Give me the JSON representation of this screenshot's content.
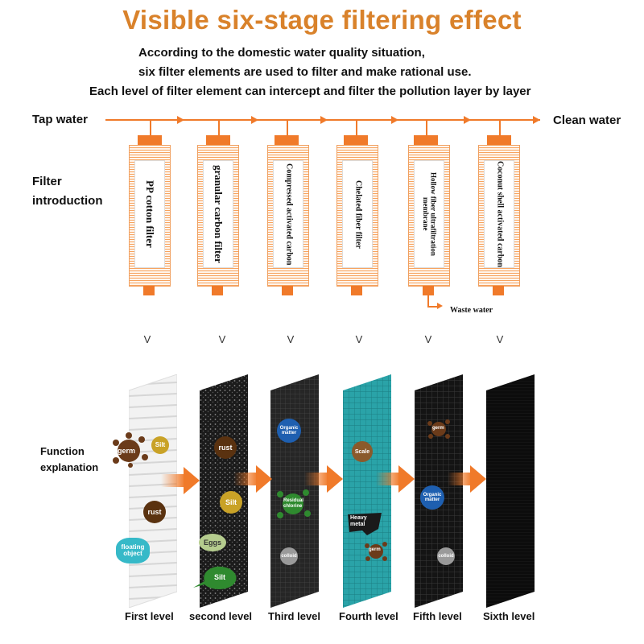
{
  "title": "Visible six-stage filtering effect",
  "intro": [
    "According to the domestic water quality situation,",
    "six filter elements are used to filter and make rational use.",
    "Each level of filter element can intercept and filter the pollution layer by layer"
  ],
  "flow": {
    "input": "Tap water",
    "output": "Clean water",
    "waste": "Waste water"
  },
  "section_labels": {
    "filter_line1": "Filter",
    "filter_line2": "introduction",
    "function_line1": "Function",
    "function_line2": "explanation"
  },
  "filters": [
    {
      "name": "PP cotton filter"
    },
    {
      "name": "granular carbon filter"
    },
    {
      "name": "Compressed activated carbon"
    },
    {
      "name": "Chelated fiber filter"
    },
    {
      "name": "Hollow fiber ultrafiltration membrane"
    },
    {
      "name": "Coconut shell activated carbon"
    }
  ],
  "step_marker": "V",
  "levels": [
    "First level",
    "second level",
    "Third level",
    "Fourth level",
    "Fifth level",
    "Sixth level"
  ],
  "pollutants": {
    "germ": "germ",
    "silt": "Silt",
    "rust": "rust",
    "floating_object": "floating object",
    "eggs": "Eggs",
    "organic_matter": "Organic matter",
    "residual_chlorine": "Residual chlorine",
    "colloid": "colloid",
    "scale": "Scale",
    "heavy_metal": "Heavy metal"
  },
  "colors": {
    "accent": "#d9822b",
    "pipe": "#f07a2a",
    "teal": "#2aa3a8"
  }
}
